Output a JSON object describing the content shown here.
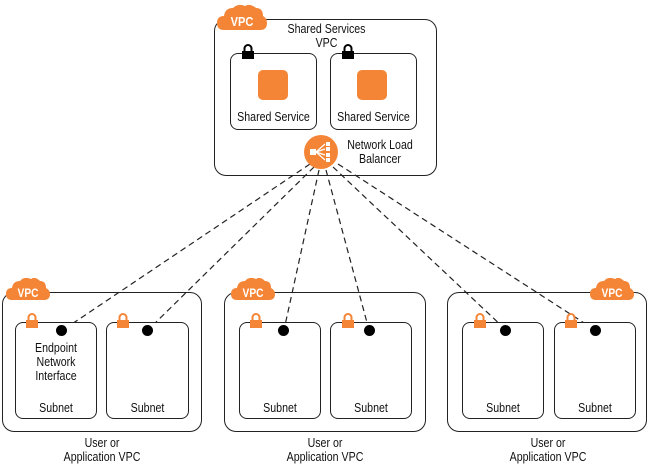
{
  "colors": {
    "accent": "#f58536",
    "line": "#222222",
    "lock_shared": "#000000",
    "lock_user": "#f58536"
  },
  "shared_vpc": {
    "badge": "VPC",
    "title_line1": "Shared Services",
    "title_line2": "VPC",
    "services": [
      {
        "label": "Shared Service",
        "icon": "lock-icon"
      },
      {
        "label": "Shared Service",
        "icon": "lock-icon"
      }
    ],
    "nlb": {
      "icon": "network-load-balancer-icon",
      "label_line1": "Network Load",
      "label_line2": "Balancer"
    }
  },
  "user_vpcs": [
    {
      "badge": "VPC",
      "label_line1": "User or",
      "label_line2": "Application VPC",
      "subnets": [
        {
          "label": "Subnet",
          "endpoint_label": [
            "Endpoint",
            "Network",
            "Interface"
          ]
        },
        {
          "label": "Subnet"
        }
      ]
    },
    {
      "badge": "VPC",
      "label_line1": "User or",
      "label_line2": "Application VPC",
      "subnets": [
        {
          "label": "Subnet"
        },
        {
          "label": "Subnet"
        }
      ]
    },
    {
      "badge": "VPC",
      "label_line1": "User or",
      "label_line2": "Application VPC",
      "subnets": [
        {
          "label": "Subnet"
        },
        {
          "label": "Subnet"
        }
      ]
    }
  ]
}
